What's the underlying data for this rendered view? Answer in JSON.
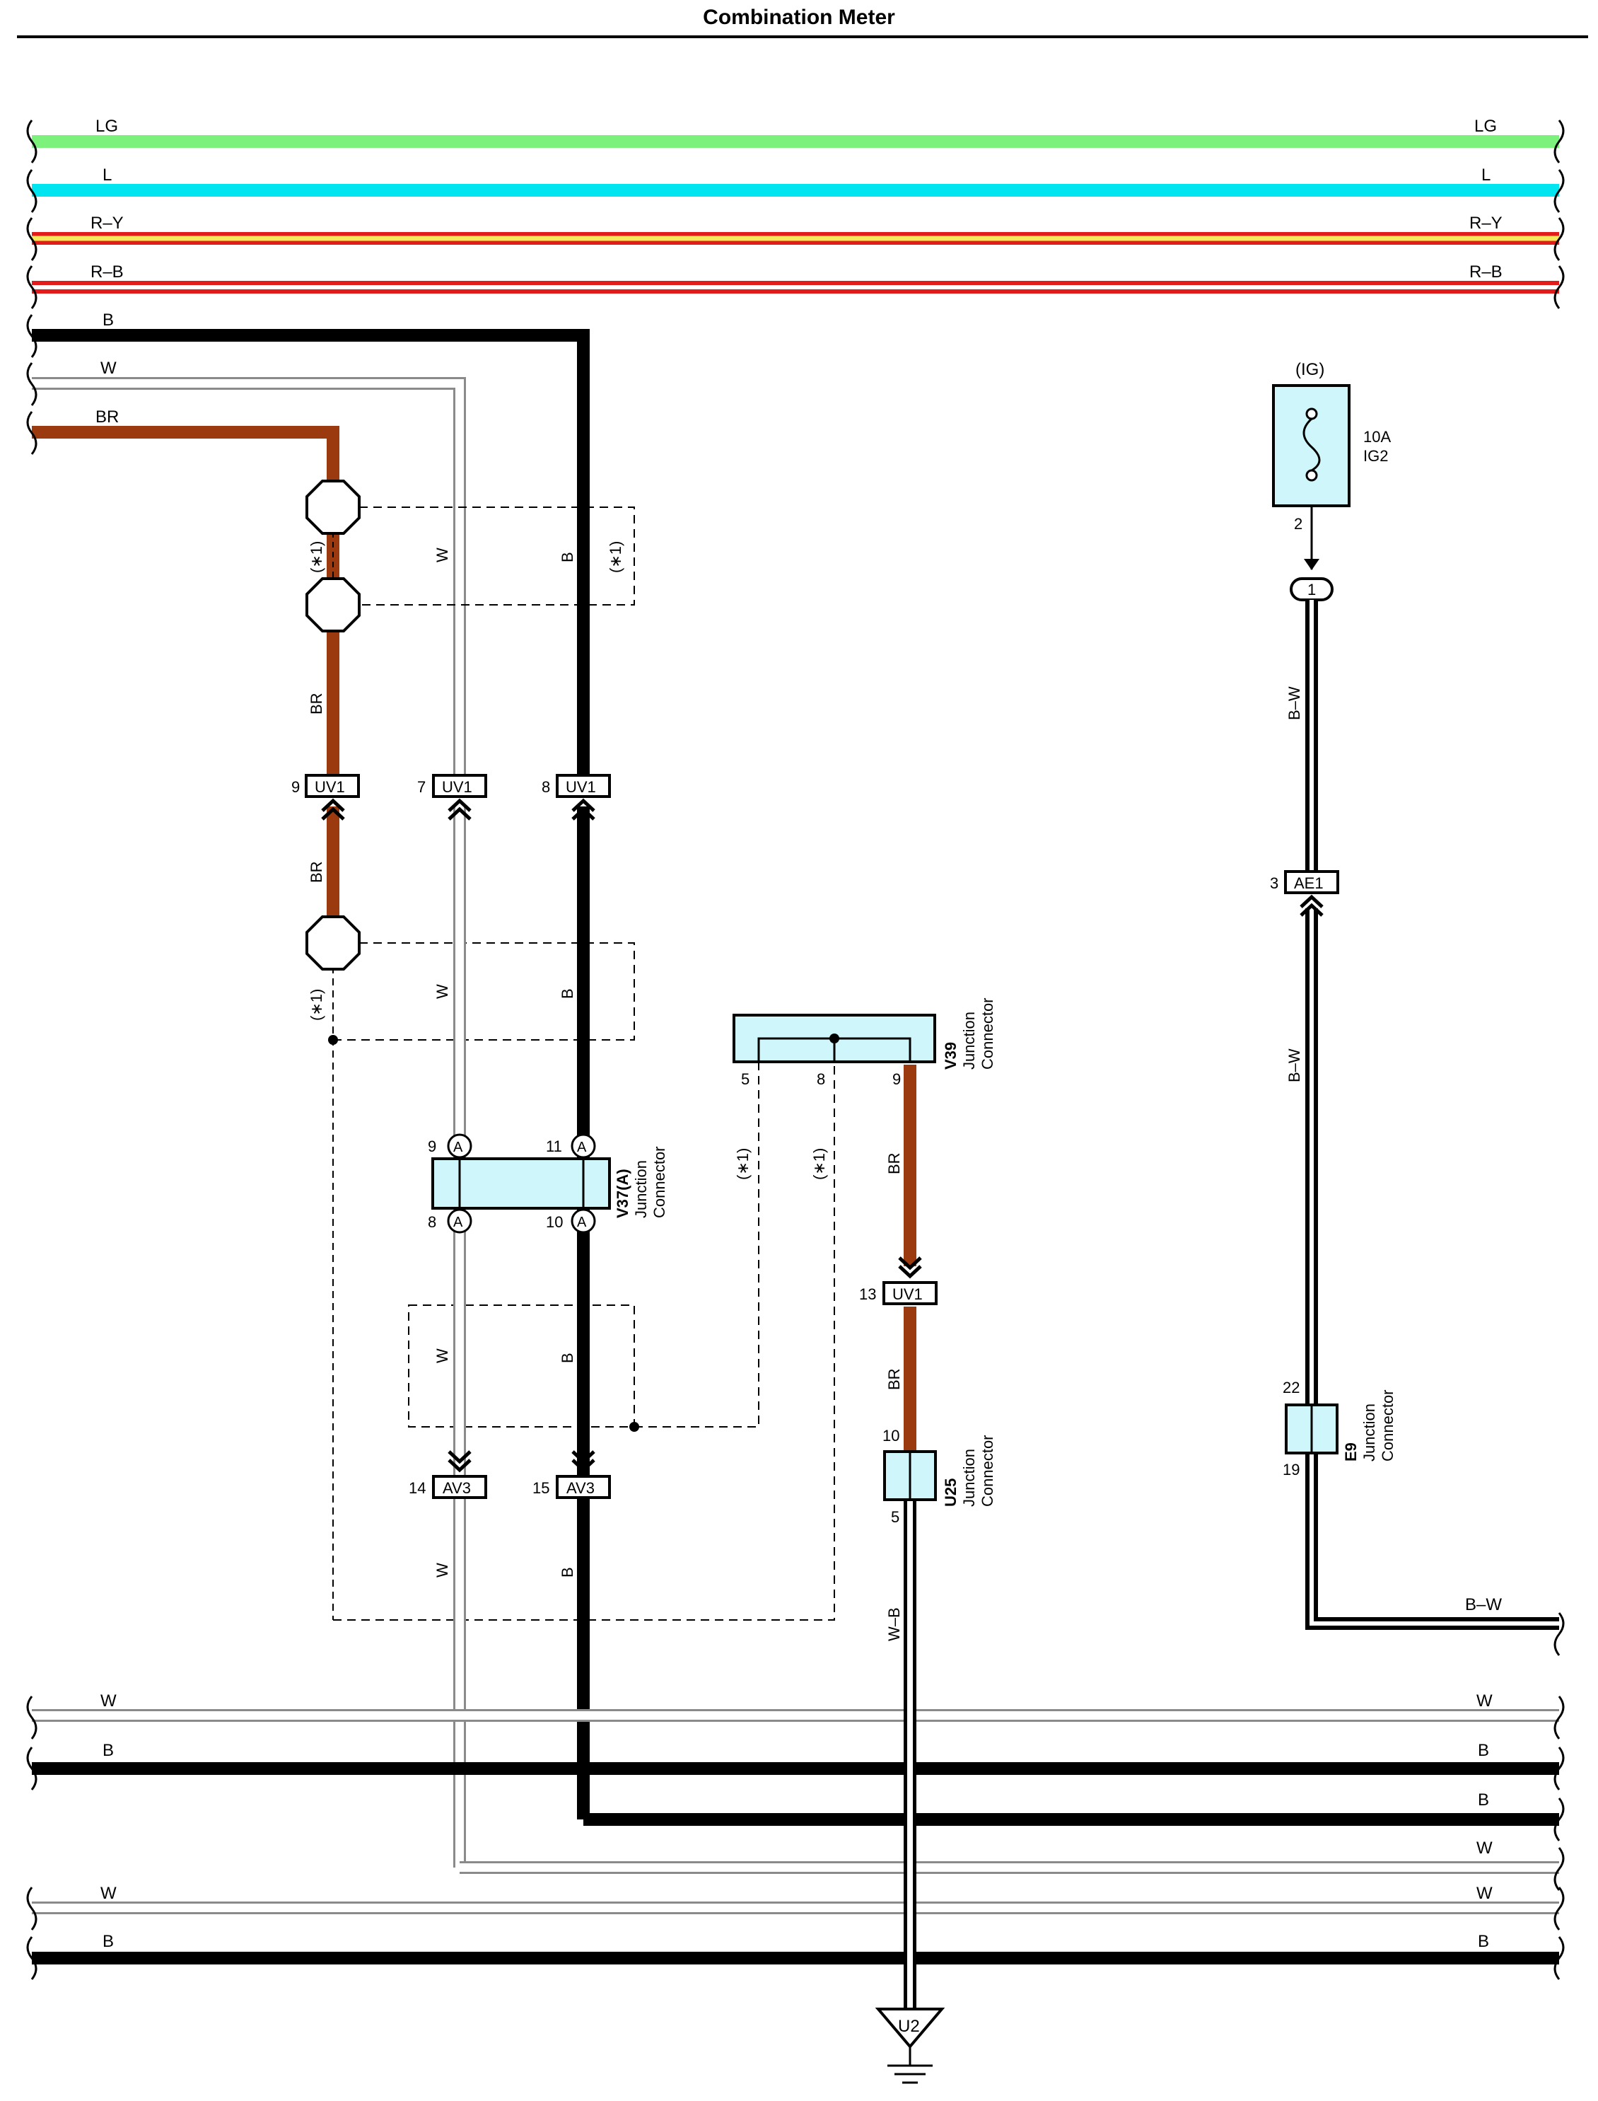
{
  "title": "Combination Meter",
  "colors": {
    "LG": "#7cf27c",
    "L": "#00e5f0",
    "R_Y_outer": "#e21b1b",
    "R_Y_inner": "#f5e85a",
    "R_B_outer": "#e21b1b",
    "R_B_inner": "#ffffff",
    "B": "#000000",
    "W": "#ffffff",
    "W_outline": "#8a8a8a",
    "BR": "#9b3a0e",
    "connector_fill": "#cff6fb",
    "B_W": "#000000"
  },
  "top_wires": {
    "LG": "LG",
    "L": "L",
    "R_Y": "R–Y",
    "R_B": "R–B",
    "B": "B",
    "W": "W",
    "BR": "BR"
  },
  "bottom_wires": {
    "W1": "W",
    "B1": "B",
    "B2": "B",
    "W2": "W",
    "W3": "W",
    "B3": "B",
    "BW": "B–W"
  },
  "mid_labels": {
    "BR": "BR",
    "W": "W",
    "B": "B",
    "BW": "B–W",
    "WB": "W–B",
    "star1": "(∗1)"
  },
  "fuse": {
    "header": "(IG)",
    "amp": "10A",
    "name": "IG2",
    "pin": "2",
    "circle": "1"
  },
  "connectors": {
    "UV1": "UV1",
    "AV3": "AV3",
    "AE1": "AE1",
    "U2": "U2",
    "pins": {
      "uv1_br": "9",
      "uv1_w": "7",
      "uv1_b": "8",
      "uv1_13": "13",
      "av3_w": "14",
      "av3_b": "15",
      "ae1": "3"
    }
  },
  "junctions": {
    "V37": {
      "id": "V37(A)",
      "line1": "Junction",
      "line2": "Connector",
      "tag": "A",
      "pins": {
        "tl": "9",
        "tr": "11",
        "bl": "8",
        "br": "10"
      }
    },
    "V39": {
      "id": "V39",
      "line1": "Junction",
      "line2": "Connector",
      "pins": {
        "p5": "5",
        "p8": "8",
        "p9": "9"
      }
    },
    "U25": {
      "id": "U25",
      "line1": "Junction",
      "line2": "Connector",
      "pins": {
        "top": "10",
        "bottom": "5"
      }
    },
    "E9": {
      "id": "E9",
      "line1": "Junction",
      "line2": "Connector",
      "pins": {
        "top": "22",
        "bottom": "19"
      }
    }
  }
}
